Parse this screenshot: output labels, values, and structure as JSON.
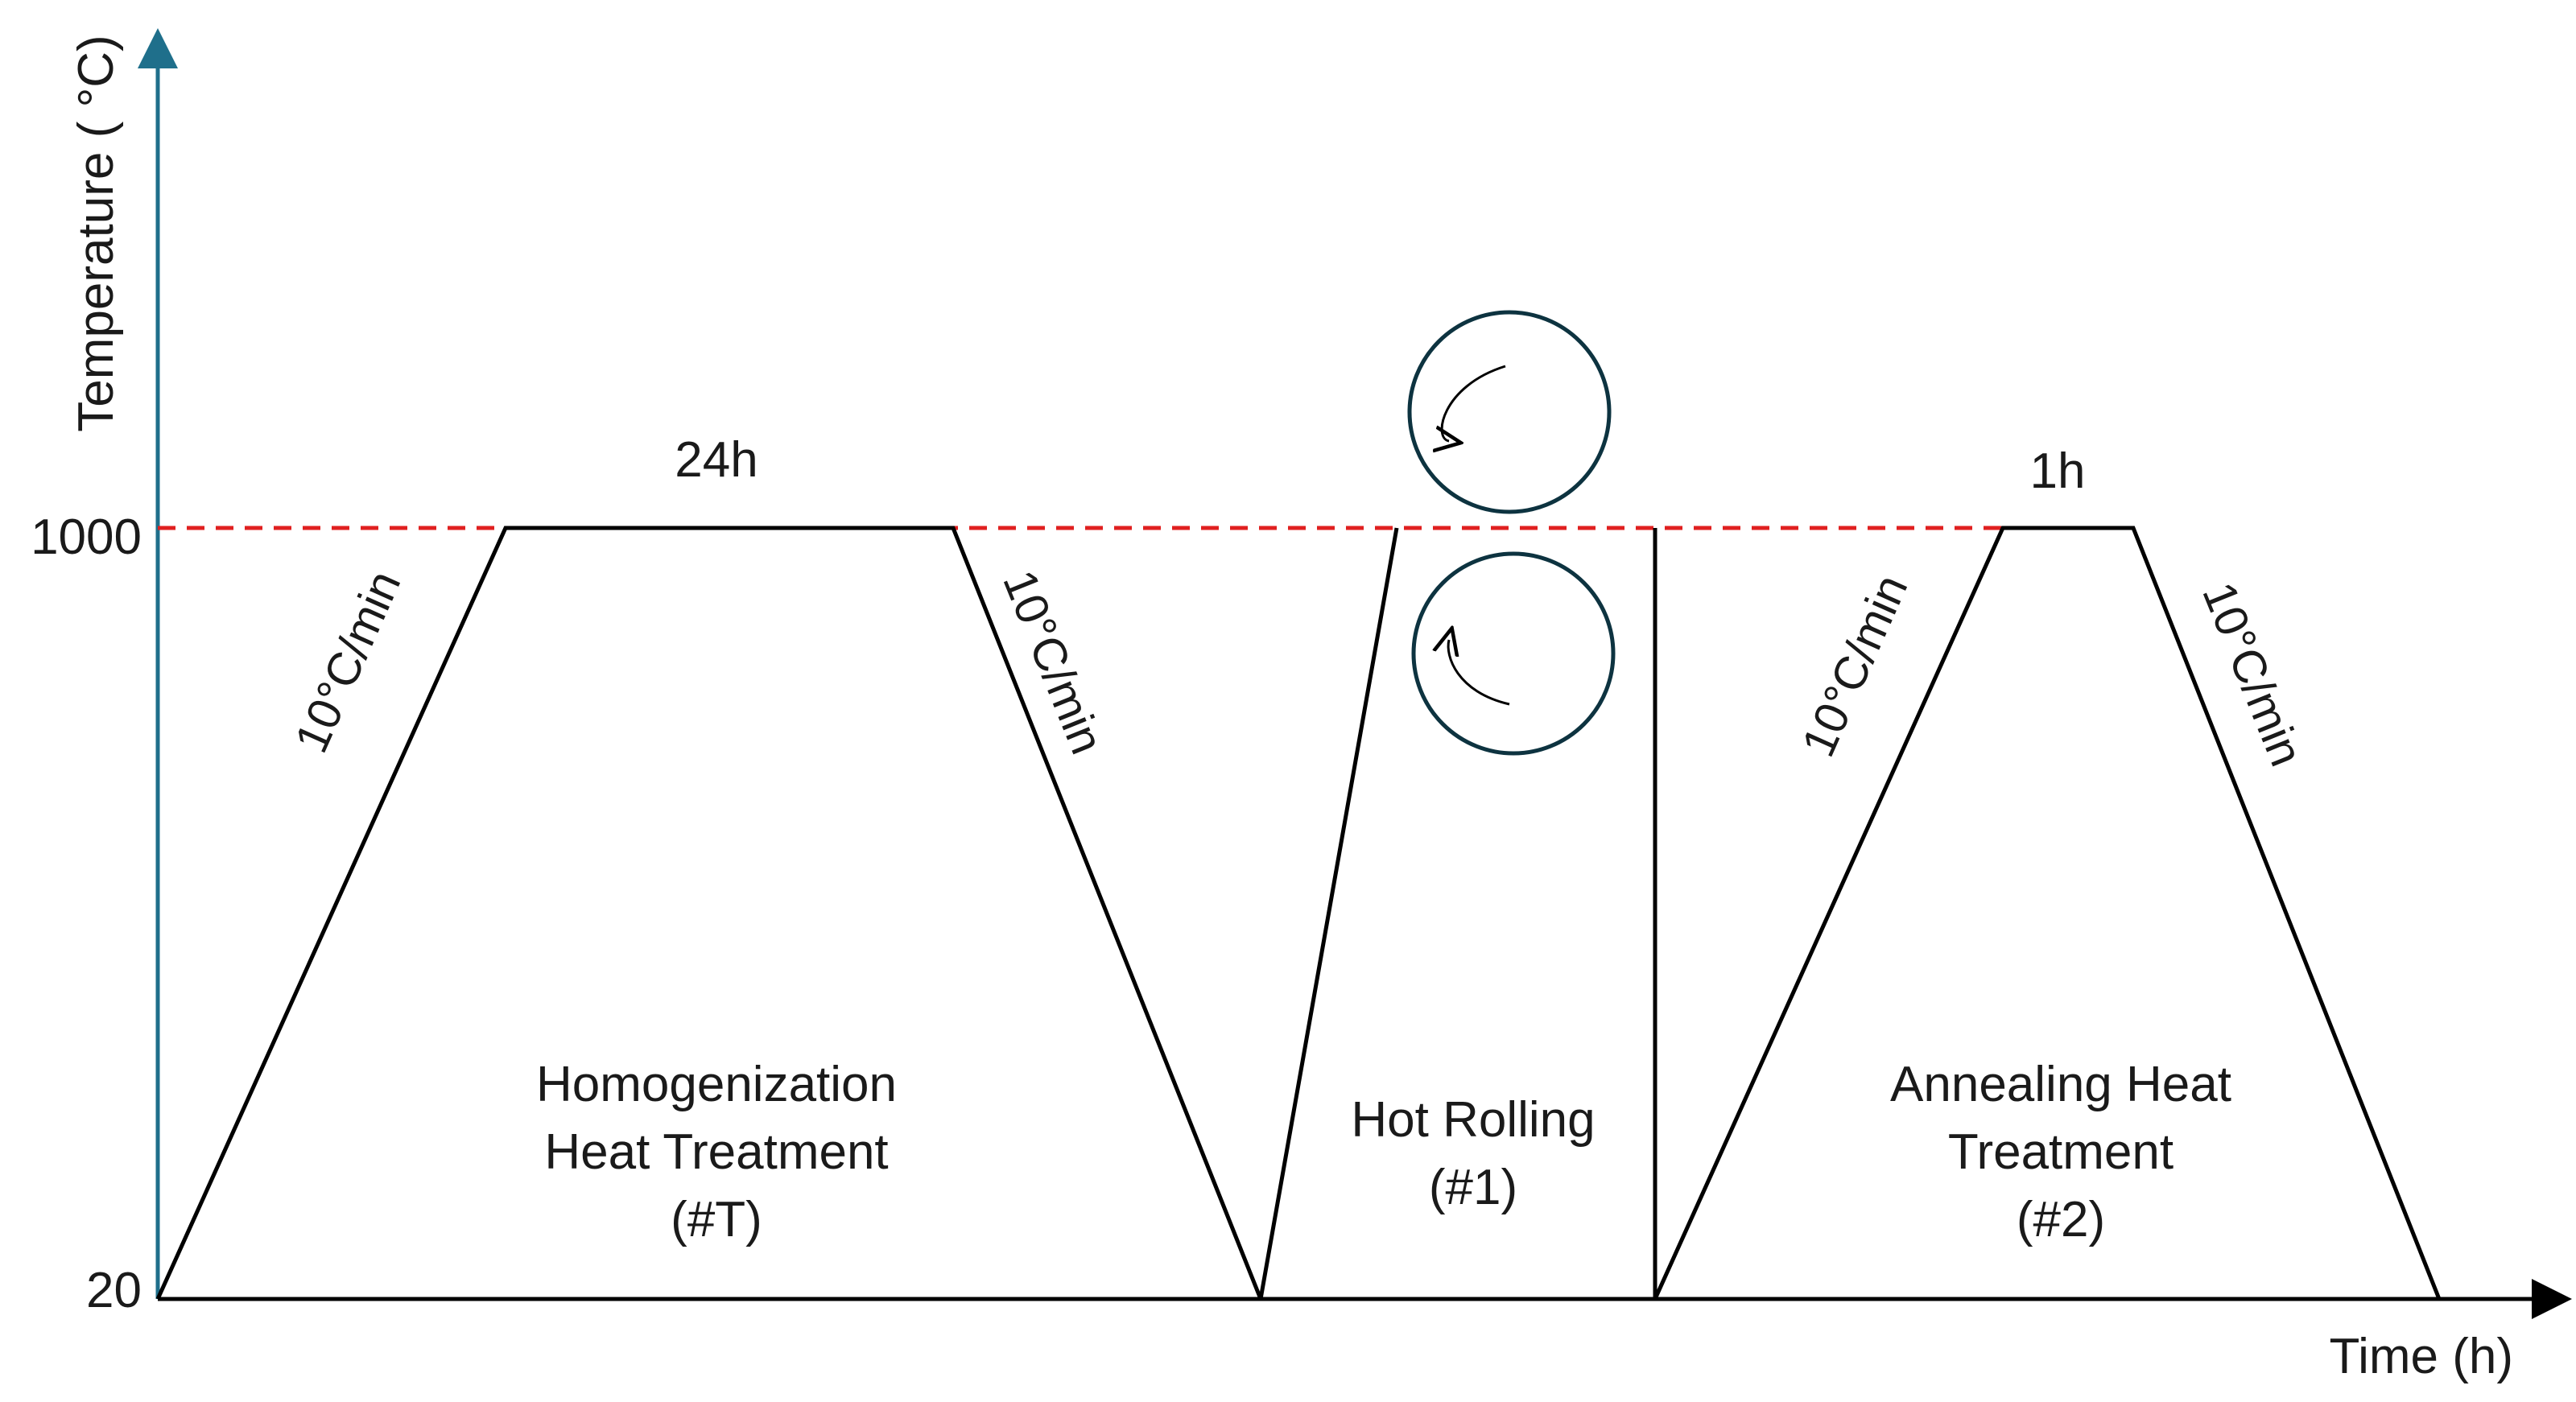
{
  "axes": {
    "y_label": "Temperature ( °C)",
    "x_label": "Time (h)",
    "y_ticks": [
      "1000",
      "20"
    ],
    "axis_color": "#1f6f8b"
  },
  "reference_line": {
    "value": "1000",
    "color": "#e02020",
    "style": "dashed"
  },
  "profile_segments": {
    "homogenization": {
      "hold_time": "24h",
      "heating_rate": "10°C/min",
      "cooling_rate": "10°C/min",
      "title_line1": "Homogenization",
      "title_line2": "Heat Treatment",
      "title_line3": "(#T)"
    },
    "hot_rolling": {
      "title_line1": "Hot Rolling",
      "title_line2": "(#1)"
    },
    "annealing": {
      "hold_time": "1h",
      "heating_rate": "10°C/min",
      "cooling_rate": "10°C/min",
      "title_line1": "Annealing Heat",
      "title_line2": "Treatment",
      "title_line3": "(#2)"
    }
  },
  "rollers": {
    "count": 2,
    "icon": "rolling-mill-rollers"
  }
}
